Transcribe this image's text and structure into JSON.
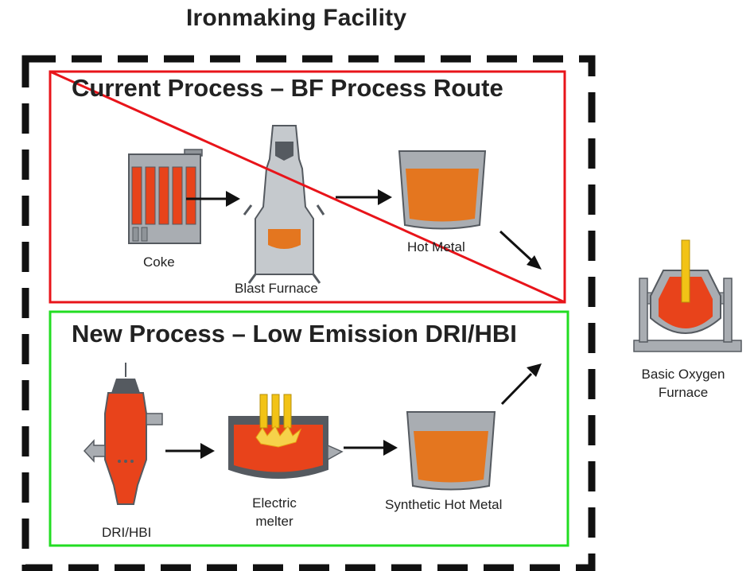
{
  "facility": {
    "title": "Ironmaking Facility"
  },
  "current_process": {
    "title": "Current Process – BF Process Route",
    "border_color": "#e8141a",
    "crossed_out": true,
    "labels": {
      "coke": "Coke",
      "blast_furnace": "Blast Furnace",
      "hot_metal": "Hot Metal"
    }
  },
  "new_process": {
    "title": "New Process – Low Emission DRI/HBI",
    "border_color": "#22dd22",
    "labels": {
      "dri": "DRI/HBI",
      "melter_line1": "Electric",
      "melter_line2": "melter",
      "synthetic": "Synthetic Hot Metal"
    }
  },
  "bof": {
    "line1": "Basic Oxygen",
    "line2": "Furnace"
  },
  "colors": {
    "molten": "#e4761f",
    "body_gray": "#a9adb2",
    "outline": "#555a60",
    "coke_red": "#e8431b",
    "electrode": "#f2c316"
  }
}
